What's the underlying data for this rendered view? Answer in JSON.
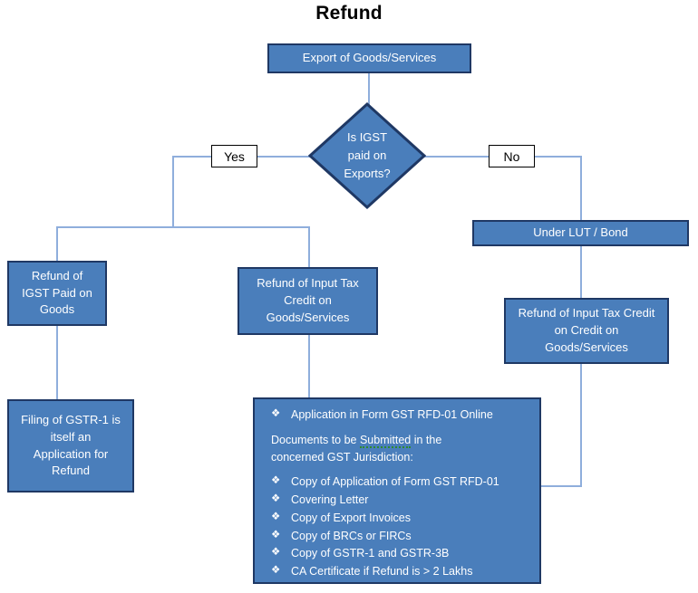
{
  "title": "Refund",
  "nodes": {
    "export": {
      "label": "Export of Goods/Services"
    },
    "decision": {
      "line1": "Is IGST",
      "line2": "paid on",
      "line3": "Exports?"
    },
    "yes_label": "Yes",
    "no_label": "No",
    "lut": {
      "label": "Under LUT / Bond"
    },
    "refund_igst": {
      "line1": "Refund of",
      "line2": "IGST Paid on",
      "line3": "Goods"
    },
    "refund_itc_left": {
      "line1": "Refund of Input Tax",
      "line2": "Credit on",
      "line3": "Goods/Services"
    },
    "refund_itc_right": {
      "line1": "Refund of Input Tax Credit",
      "line2": "on Credit on",
      "line3": "Goods/Services"
    },
    "gstr1": {
      "line1": "Filing of GSTR-1 is",
      "line2": "itself an",
      "line3": "Application for",
      "line4": "Refund"
    }
  },
  "doclist": {
    "bullet_glyph": "❖",
    "first_item": "Application in Form GST RFD-01  Online",
    "para_line1_a": "Documents to be ",
    "para_line1_b": "Submitted",
    "para_line1_c": " in the",
    "para_line2": "concerned GST Jurisdiction:",
    "items": [
      "Copy of Application of Form GST RFD-01",
      "Covering Letter",
      "Copy of Export Invoices",
      "Copy of BRCs or FIRCs",
      "Copy of GSTR-1 and GSTR-3B",
      "CA Certificate if Refund is > 2 Lakhs"
    ]
  },
  "colors": {
    "node_fill": "#4A7EBB",
    "node_border": "#1F3864",
    "connector": "#8FAEDC",
    "text_light": "#FFFFFF",
    "title_text": "#000000",
    "spellcheck": "#2E8B2E"
  }
}
